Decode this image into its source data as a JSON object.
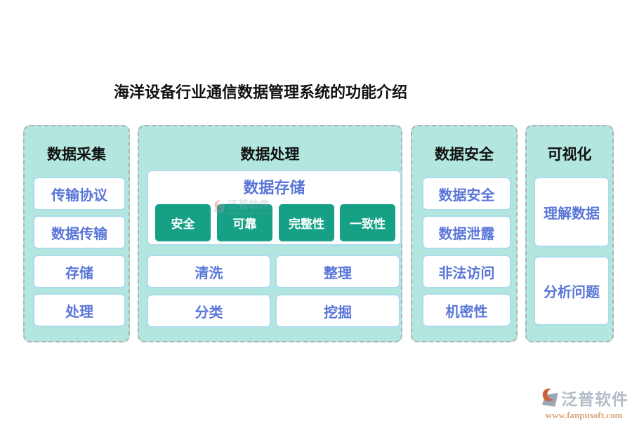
{
  "page": {
    "title": "海洋设备行业通信数据管理系统的功能介绍"
  },
  "columns": [
    {
      "header": "数据采集",
      "items": [
        "传输协议",
        "数据传输",
        "存储",
        "处理"
      ]
    },
    {
      "header": "数据处理",
      "storage": {
        "title": "数据存储",
        "tags": [
          "安全",
          "可靠",
          "完整性",
          "一致性"
        ]
      },
      "items": [
        "清洗",
        "整理",
        "分类",
        "挖掘"
      ]
    },
    {
      "header": "数据安全",
      "items": [
        "数据安全",
        "数据泄露",
        "非法访问",
        "机密性"
      ]
    },
    {
      "header": "可视化",
      "items": [
        "理解数据",
        "分析问题"
      ]
    }
  ],
  "watermark": {
    "brand": "泛普软件",
    "url": "www.fanpusoft.com",
    "sub": "FANPU SOFTWARE"
  },
  "colors": {
    "column_bg": "#b2e6df",
    "column_border": "#b2b2b2",
    "card_border": "#abdcec",
    "card_text": "#5a76d8",
    "tag_bg": "#16a086",
    "title_text": "#111111",
    "watermark_brand": "#b2bcc8",
    "watermark_url": "#d9a87c",
    "logo_gray": "#9aa6b6",
    "logo_orange": "#cf5f36"
  }
}
